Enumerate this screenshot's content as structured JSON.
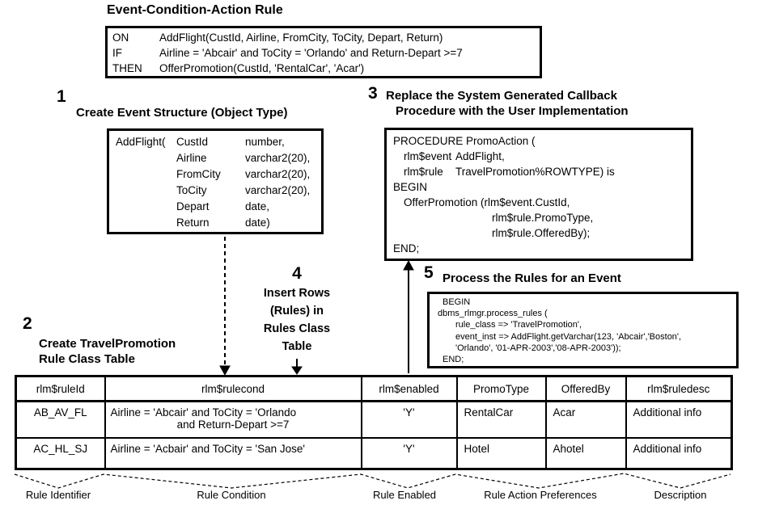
{
  "colors": {
    "ink": "#000000",
    "paper": "#ffffff"
  },
  "eca_rule": {
    "title": "Event-Condition-Action Rule",
    "rows": [
      {
        "keyword": "ON",
        "text": "AddFlight(CustId, Airline, FromCity, ToCity, Depart, Return)"
      },
      {
        "keyword": "IF",
        "text": "Airline = 'Abcair' and ToCity = 'Orlando' and Return-Depart >=7"
      },
      {
        "keyword": "THEN",
        "text": "OfferPromotion(CustId, 'RentalCar', 'Acar')"
      }
    ]
  },
  "step1": {
    "number": "1",
    "title": "Create Event Structure (Object Type)",
    "box": {
      "prefix": "AddFlight(",
      "fields": [
        {
          "name": "CustId",
          "type": "number,"
        },
        {
          "name": "Airline",
          "type": "varchar2(20),"
        },
        {
          "name": "FromCity",
          "type": "varchar2(20),"
        },
        {
          "name": "ToCity",
          "type": "varchar2(20),"
        },
        {
          "name": "Depart",
          "type": "date,"
        },
        {
          "name": "Return",
          "type": "date)"
        }
      ]
    }
  },
  "step2": {
    "number": "2",
    "title_line1": "Create TravelPromotion",
    "title_line2": "Rule Class Table"
  },
  "step3": {
    "number": "3",
    "title_line1": "Replace the System Generated Callback",
    "title_line2": "Procedure with the User Implementation",
    "box": {
      "line_procedure": "PROCEDURE PromoAction (",
      "param_event": {
        "name": "rlm$event",
        "type": "AddFlight,"
      },
      "param_rule": {
        "name": "rlm$rule",
        "type": "TravelPromotion%ROWTYPE) is"
      },
      "line_begin": "BEGIN",
      "line_call": "OfferPromotion (rlm$event.CustId,",
      "line_arg2": "rlm$rule.PromoType,",
      "line_arg3": "rlm$rule.OfferedBy);",
      "line_end": "END;"
    }
  },
  "step4": {
    "number": "4",
    "lines": [
      "Insert Rows",
      "(Rules) in",
      "Rules Class",
      "Table"
    ]
  },
  "step5": {
    "number": "5",
    "title": "Process the Rules for an Event",
    "box": {
      "lines": [
        "BEGIN",
        "dbms_rlmgr.process_rules (",
        "rule_class => 'TravelPromotion',",
        "event_inst => AddFlight.getVarchar(123, 'Abcair','Boston',",
        "'Orlando', '01-APR-2003','08-APR-2003'));",
        "END;"
      ]
    }
  },
  "rules_table": {
    "headers": [
      "rlm$ruleId",
      "rlm$rulecond",
      "rlm$enabled",
      "PromoType",
      "OfferedBy",
      "rlm$ruledesc"
    ],
    "rows": [
      {
        "rule_id": "AB_AV_FL",
        "cond_line1": "Airline = 'Abcair' and ToCity = 'Orlando",
        "cond_line2": "and Return-Depart >=7",
        "enabled": "'Y'",
        "promo_type": "RentalCar",
        "offered_by": "Acar",
        "rule_desc": "Additional info"
      },
      {
        "rule_id": "AC_HL_SJ",
        "cond_line1": "Airline = 'Acbair' and ToCity = 'San Jose'",
        "enabled": "'Y'",
        "promo_type": "Hotel",
        "offered_by": "Ahotel",
        "rule_desc": "Additional info"
      }
    ]
  },
  "legend": {
    "labels": [
      "Rule Identifier",
      "Rule Condition",
      "Rule Enabled",
      "Rule Action Preferences",
      "Description"
    ]
  }
}
